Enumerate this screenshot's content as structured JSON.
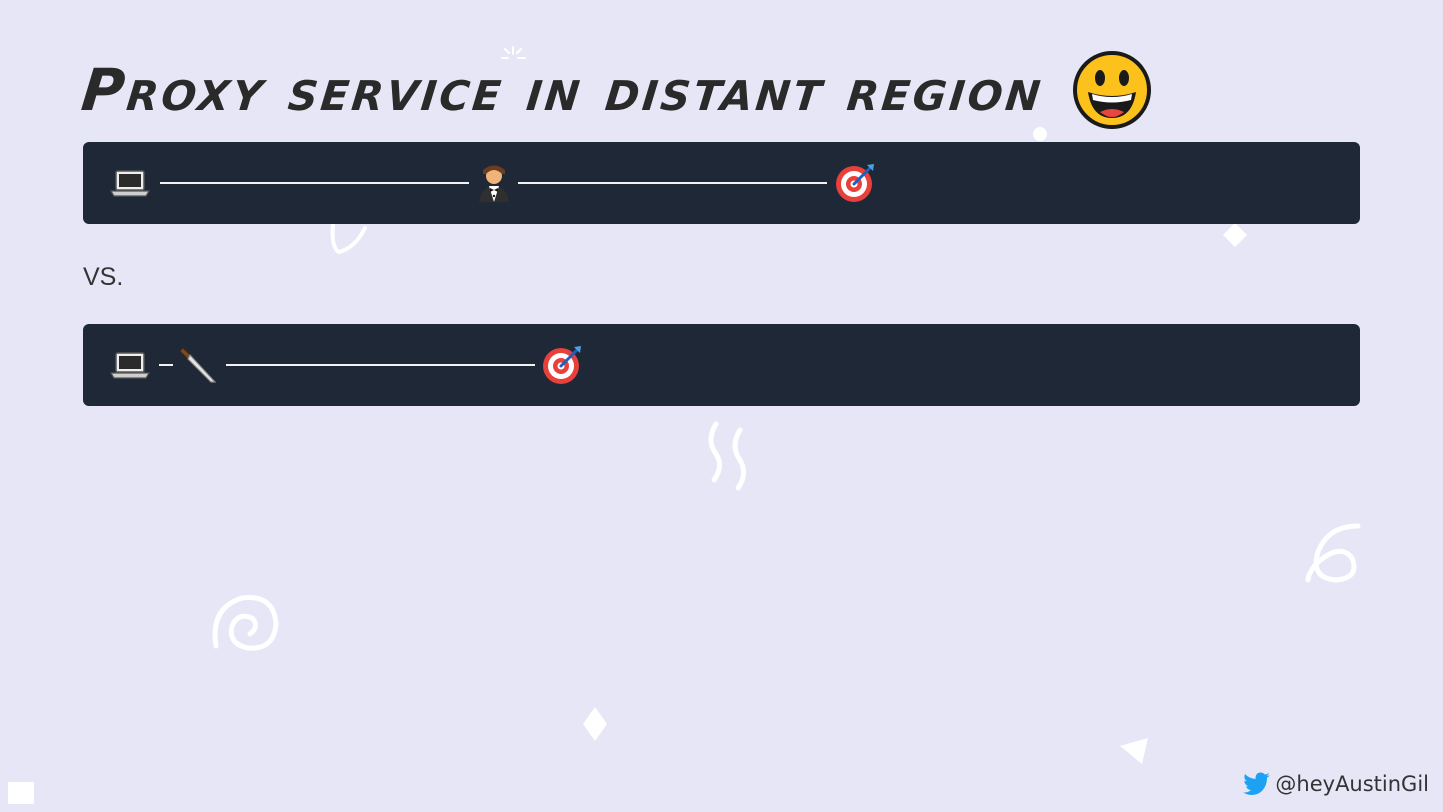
{
  "slide": {
    "title": "Proxy service in distant region",
    "title_emoji": "grinning-face-icon",
    "comparison_label": "VS.",
    "handle": "@heyAustinGil"
  },
  "diagrams": [
    {
      "name": "proxy-route",
      "nodes": [
        "laptop-icon",
        "waiter-icon",
        "target-icon"
      ]
    },
    {
      "name": "direct-route",
      "nodes": [
        "laptop-icon",
        "knife-icon",
        "target-icon"
      ]
    }
  ],
  "colors": {
    "background": "#e6e6f7",
    "bar": "#1f2837",
    "line": "#f2f2f2",
    "twitter": "#1da1f2"
  }
}
